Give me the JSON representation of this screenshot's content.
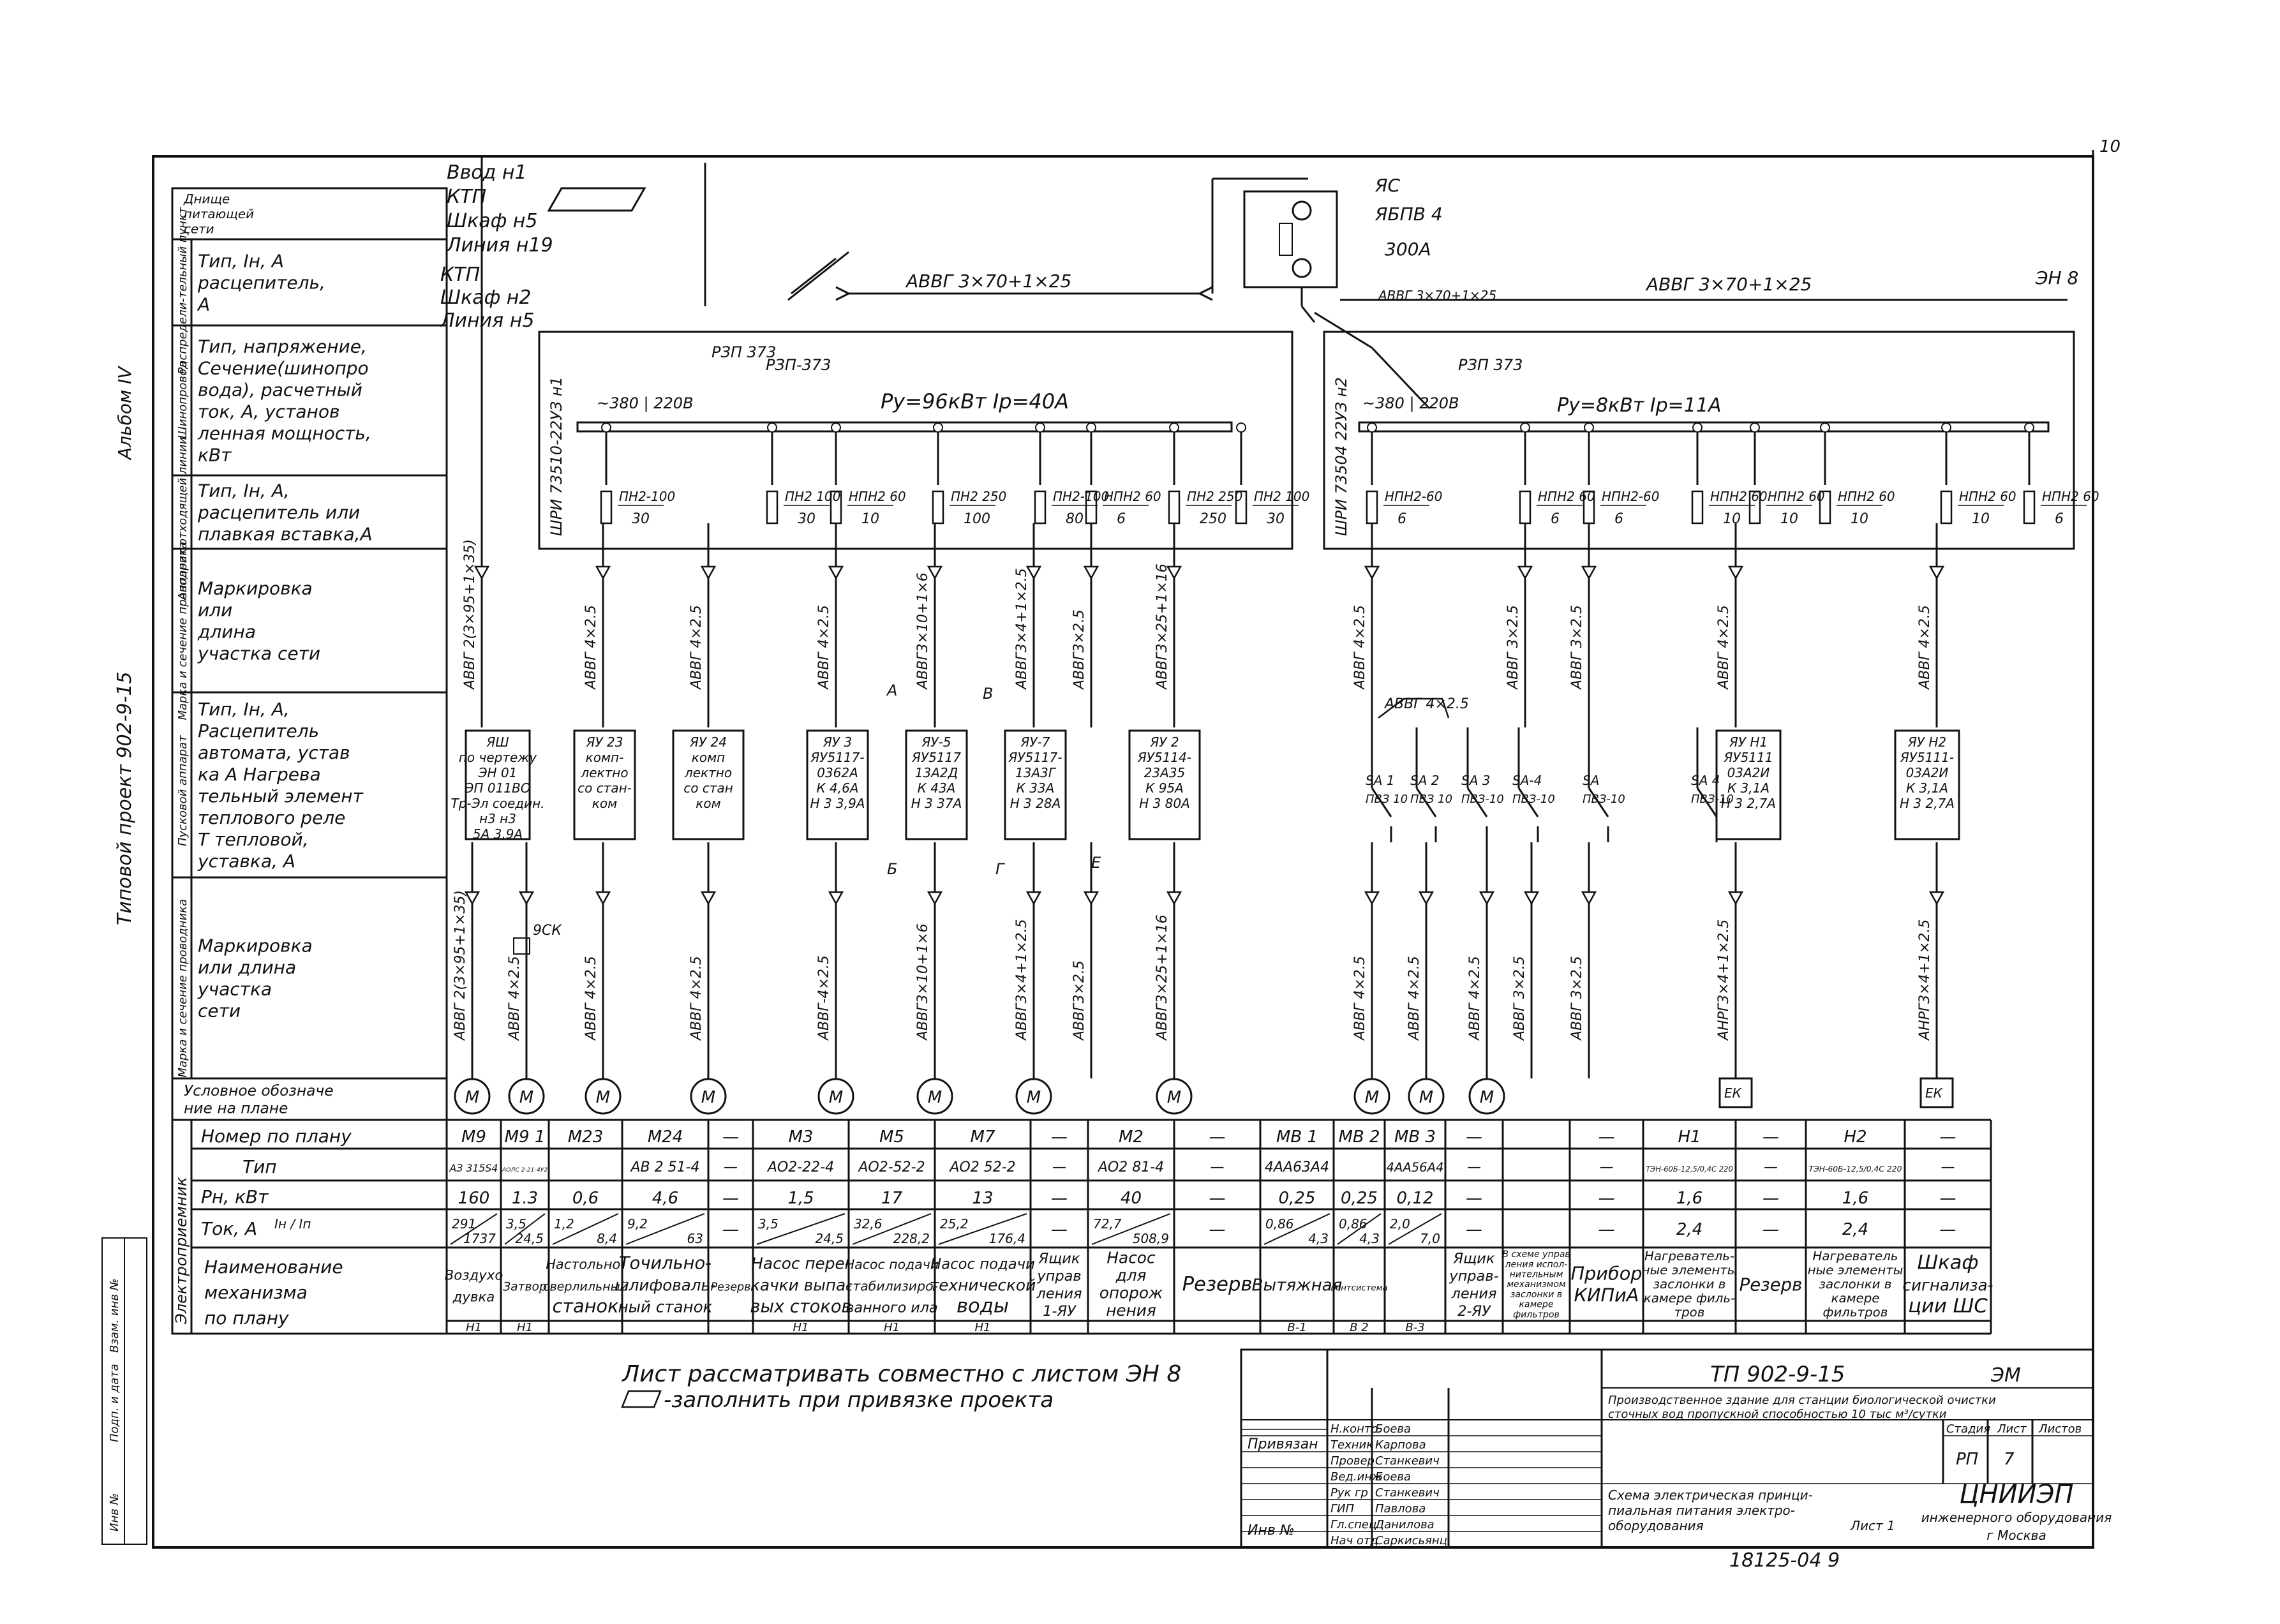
{
  "left_margin": {
    "project": "Типовой проект 902-9-15",
    "album": "Альбом IV"
  },
  "header_rows": [
    {
      "group": "",
      "lines": [
        "Днище",
        "питающей",
        "сети"
      ]
    },
    {
      "group": "Распредели-тельный пункт",
      "lines": [
        "Тип, Iн, А",
        "расцепитель,",
        "А"
      ]
    },
    {
      "group": "Шинопровод",
      "lines": [
        "Тип, напряжение,",
        "Сечение(шинопро",
        "вода), расчетный",
        "ток, А, установ",
        "ленная мощность,",
        "кВт"
      ]
    },
    {
      "group": "Аппарат отходящей линии",
      "lines": [
        "Тип, Iн, А,",
        "расцепитель или",
        "плавкая вставка,А"
      ]
    },
    {
      "group": "Марка и сечение проводника",
      "lines": [
        "Маркировка",
        "или",
        "длина",
        "участка сети"
      ]
    },
    {
      "group": "Пусковой аппарат",
      "lines": [
        "Тип, Iн, А,",
        "Расцепитель",
        "автомата, устав",
        "ка А Нагрева",
        "тельный элемент",
        "теплового реле",
        "Т тепловой,",
        "уставка, А"
      ]
    },
    {
      "group": "Марка и сечение проводника",
      "lines": [
        "Маркировка",
        "или длина",
        "участка",
        "сети"
      ]
    },
    {
      "group": "",
      "lines": [
        "Условное обозначе",
        "ние на плане"
      ]
    }
  ],
  "consumer_group": "Электроприемник",
  "consumer_rows": {
    "nomer": "Номер по плану",
    "tip": "Тип",
    "rn": "Pн, кВт",
    "tok": "Ток, А",
    "tok_frac": "Iн / Iп",
    "name": "Наименование механизма по плану"
  },
  "feed": {
    "vvod": [
      "Ввод н1",
      "КТП",
      "Шкаф н5",
      "Линия н19"
    ],
    "ktp2": [
      "КТП",
      "Шкаф н2",
      "Линия н5"
    ],
    "cable_top": "АВВГ 3×70+1×25",
    "cable_right": "АВВГ 3×70+1×25",
    "cable_left": "АВВГ 3×70+1×25",
    "em8": "ЭН 8",
    "switch_box": [
      "ЯС",
      "ЯБПВ 4",
      "300А"
    ],
    "rp1": "РЗП 373",
    "rp2": "РЗП-373",
    "rp3": "РЗП 373",
    "avvr_small": "АВВГ 3×70+1×25"
  },
  "panel1": {
    "name": "ШРИ 73510-22УЗ н1",
    "voltage": "~380 | 220В",
    "power": "Рy=96кВт  Iр=40А"
  },
  "panel2": {
    "name": "ШРИ 73504 22УЗ н2",
    "voltage": "~380 | 220В",
    "power": "Рy=8кВт    Iр=11А"
  },
  "breakers": [
    {
      "t": "ПН2-100",
      "v": "30"
    },
    {
      "t": "ПН2 100",
      "v": "30"
    },
    {
      "t": "НПН2 60",
      "v": "10"
    },
    {
      "t": "ПН2 250",
      "v": "100"
    },
    {
      "t": "ПН2-100",
      "v": "80"
    },
    {
      "t": "НПН2 60",
      "v": "6"
    },
    {
      "t": "ПН2 250",
      "v": "250"
    },
    {
      "t": "ПН2 100",
      "v": "30"
    },
    {
      "t": "НПН2-60",
      "v": "6"
    },
    {
      "t": "НПН2 60",
      "v": "6"
    },
    {
      "t": "НПН2-60",
      "v": "6"
    },
    {
      "t": "НПН2 60",
      "v": "10"
    },
    {
      "t": "НПН2 60",
      "v": "10"
    },
    {
      "t": "НПН2 60",
      "v": "10"
    },
    {
      "t": "НПН2 60",
      "v": "10"
    },
    {
      "t": "НПН2 60",
      "v": "6"
    }
  ],
  "cables_upper": [
    "АВВГ 2(3×95+1×35)",
    "АВВГ 4×2.5",
    "АВВГ 4×2.5",
    "АВВГ 4×2.5",
    "АВВГ3×10+1×6",
    "АВВГ3×4+1×2.5",
    "АВВГ3×2.5",
    "АВВГ3×25+1×16",
    "АВВГ 4×2.5",
    "АВВГ 3×2.5",
    "АВВГ 3×2.5",
    "АВВГ 4×2.5",
    "АВВГ 4×2.5"
  ],
  "starters": [
    {
      "lines": [
        "ЯШ",
        "по чертежу",
        "ЭН 01",
        "ЭП 011ВО",
        "Тр-Эл соедин.",
        "н3  н3",
        "5А   3,9А"
      ]
    },
    {
      "lines": [
        "ЯУ 23",
        "комп-",
        "лектно",
        "со стан-",
        "ком"
      ]
    },
    {
      "lines": [
        "ЯУ 24",
        "комп",
        "лектно",
        "со стан",
        "ком"
      ]
    },
    {
      "lines": [
        "ЯУ 3",
        "ЯУ5117-",
        "0362А",
        "К 4,6А",
        "Н 3 3,9А"
      ]
    },
    {
      "lines": [
        "ЯУ-5",
        "ЯУ5117",
        "13А2Д",
        "К 43А",
        "Н 3 37А"
      ]
    },
    {
      "lines": [
        "ЯУ-7",
        "ЯУ5117-",
        "13А3Г",
        "К 33А",
        "Н 3 28А"
      ]
    },
    {
      "lines": [
        "ЯУ 2",
        "ЯУ5114-",
        "23А35",
        "К 95А",
        "Н 3 80А"
      ]
    },
    {
      "lines": [
        "ЯУ Н1",
        "ЯУ5111",
        "03А2И",
        "К 3,1А",
        "Н 3 2,7А"
      ]
    },
    {
      "lines": [
        "ЯУ Н2",
        "ЯУ5111-",
        "03А2И",
        "К 3,1А",
        "Н 3 2,7А"
      ]
    }
  ],
  "sa_switches": [
    {
      "t": "SA 1",
      "v": "ПВЗ 10"
    },
    {
      "t": "SA 2",
      "v": "ПВЗ 10"
    },
    {
      "t": "SA 3",
      "v": "ПВЗ-10"
    },
    {
      "t": "SA-4",
      "v": "ПВЗ-10"
    },
    {
      "t": "SA",
      "v": "ПВЗ-10"
    },
    {
      "t": "SA 4",
      "v": "ПВЗ-10"
    }
  ],
  "cables_lower": [
    "АВВГ 2(3×95+1×35)",
    "АВВГ 4×2.5",
    "АВВГ 4×2.5",
    "АВВГ 4×2.5",
    "АВВГ-4×2.5",
    "АВВГ3×10+1×6",
    "АВВГ3×4+1×2.5",
    "АВВГ3×2.5",
    "АВВГ3×25+1×16",
    "АВВГ 4×2.5",
    "АВВГ 4×2.5",
    "АВВГ 4×2.5",
    "АВВГ 3×2.5",
    "АВВГ 3×2.5",
    "АНРГ3×4+1×2.5",
    "АНРГ3×4+1×2.5"
  ],
  "loop_labels": {
    "a": "А",
    "b": "Б",
    "v": "В",
    "g": "Г",
    "e": "Е",
    "k": "9СК",
    "avvg": "АВВГ 4×2.5"
  },
  "columns": [
    {
      "nomer": "М9",
      "tip": "АЗ 315S4",
      "rn": "160",
      "i1": "291",
      "i2": "1737",
      "name": [
        "Воздухо",
        "дувка"
      ],
      "sub": "Н1"
    },
    {
      "nomer": "М9 1",
      "tip": "АОЛС 2-21-4У2",
      "rn": "1.3",
      "i1": "3,5",
      "i2": "24,5",
      "name": [
        "Затвор"
      ],
      "sub": "Н1"
    },
    {
      "nomer": "М23",
      "tip": "",
      "rn": "0,6",
      "i1": "1,2",
      "i2": "8,4",
      "name": [
        "Настольно-",
        "сверлильный",
        "станок"
      ],
      "sub": ""
    },
    {
      "nomer": "М24",
      "tip": "АВ 2 51-4",
      "rn": "4,6",
      "i1": "9,2",
      "i2": "63",
      "name": [
        "Точильно-",
        "шлифоваль-",
        "ный станок"
      ],
      "sub": ""
    },
    {
      "nomer": "—",
      "tip": "—",
      "rn": "—",
      "i1": "—",
      "i2": "",
      "name": [
        "Резерв"
      ],
      "sub": ""
    },
    {
      "nomer": "М3",
      "tip": "АО2-22-4",
      "rn": "1,5",
      "i1": "3,5",
      "i2": "24,5",
      "name": [
        "Насос пере-",
        "качки выпа-",
        "вых стоков"
      ],
      "sub": "Н1"
    },
    {
      "nomer": "М5",
      "tip": "АО2-52-2",
      "rn": "17",
      "i1": "32,6",
      "i2": "228,2",
      "name": [
        "Насос подачи",
        "стабилизиро-",
        "ванного ила"
      ],
      "sub": "Н1"
    },
    {
      "nomer": "М7",
      "tip": "АО2 52-2",
      "rn": "13",
      "i1": "25,2",
      "i2": "176,4",
      "name": [
        "Насос подачи",
        "технической",
        "воды"
      ],
      "sub": "Н1"
    },
    {
      "nomer": "—",
      "tip": "—",
      "rn": "—",
      "i1": "—",
      "i2": "",
      "name": [
        "Ящик",
        "управ",
        "ления",
        "1-ЯУ"
      ],
      "sub": ""
    },
    {
      "nomer": "М2",
      "tip": "АО2 81-4",
      "rn": "40",
      "i1": "72,7",
      "i2": "508,9",
      "name": [
        "Насос",
        "для",
        "опорож",
        "нения"
      ],
      "sub": ""
    },
    {
      "nomer": "—",
      "tip": "—",
      "rn": "—",
      "i1": "—",
      "i2": "",
      "name": [
        "Резерв"
      ],
      "sub": ""
    },
    {
      "nomer": "МВ 1",
      "tip": "4АА63А4",
      "rn": "0,25",
      "i1": "0,86",
      "i2": "4,3",
      "name": [
        "Вытяжная"
      ],
      "sub": "В-1"
    },
    {
      "nomer": "МВ 2",
      "tip": "",
      "rn": "0,25",
      "i1": "0,86",
      "i2": "4,3",
      "name": [
        "вентсистема"
      ],
      "sub": "В 2"
    },
    {
      "nomer": "МВ 3",
      "tip": "4АА56А4",
      "rn": "0,12",
      "i1": "2,0",
      "i2": "7,0",
      "name": [
        ""
      ],
      "sub": "В-3"
    },
    {
      "nomer": "—",
      "tip": "—",
      "rn": "—",
      "i1": "—",
      "i2": "",
      "name": [
        "Ящик",
        "управ-",
        "ления",
        "2-ЯУ"
      ],
      "sub": ""
    },
    {
      "nomer": "",
      "tip": "",
      "rn": "",
      "i1": "",
      "i2": "",
      "name": [
        "В схеме управ",
        "ления испол-",
        "нительным",
        "механизмом",
        "заслонки в",
        "камере",
        "фильтров"
      ],
      "sub": ""
    },
    {
      "nomer": "—",
      "tip": "—",
      "rn": "—",
      "i1": "—",
      "i2": "",
      "name": [
        "Прибор",
        "КИПиА"
      ],
      "sub": ""
    },
    {
      "nomer": "Н1",
      "tip": "ТЭН-60Б-12,5/0,4С 220",
      "rn": "1,6",
      "i1": "2,4",
      "i2": "",
      "name": [
        "Нагреватель-",
        "ные элементы",
        "заслонки в",
        "камере филь-",
        "тров"
      ],
      "sub": ""
    },
    {
      "nomer": "—",
      "tip": "—",
      "rn": "—",
      "i1": "—",
      "i2": "",
      "name": [
        "Резерв"
      ],
      "sub": ""
    },
    {
      "nomer": "Н2",
      "tip": "ТЭН-60Б-12,5/0,4С 220",
      "rn": "1,6",
      "i1": "2,4",
      "i2": "",
      "name": [
        "Нагреватель",
        "ные элементы",
        "заслонки в",
        "камере",
        "фильтров"
      ],
      "sub": ""
    },
    {
      "nomer": "—",
      "tip": "—",
      "rn": "—",
      "i1": "—",
      "i2": "",
      "name": [
        "Шкаф",
        "сигнализа-",
        "ции ШС"
      ],
      "sub": ""
    }
  ],
  "motors": [
    "M",
    "M",
    "M",
    "M",
    "M",
    "M",
    "M",
    "M",
    "M",
    "M",
    "M"
  ],
  "ek": "ЕК",
  "notes": {
    "line1": "Лист рассматривать совместно с листом ЭН 8",
    "line2": "-заполнить при привязке проекта"
  },
  "stamp": {
    "code": "ТП 902-9-15",
    "mark": "ЭМ",
    "title1": "Производственное здание для станции биологической очистки",
    "title2": "сточных вод пропускной способностью 10 тыс м³/сутки",
    "stage_h": "Стадия",
    "sheet_h": "Лист",
    "sheets_h": "Листов",
    "stage": "РП",
    "sheet": "7",
    "sheets": "",
    "privyazan": "Привязан",
    "inv": "Инв №",
    "roles": [
      "Н.контр.",
      "Техник",
      "Провер",
      "Вед.инж",
      "Рук гр",
      "ГИП",
      "Гл.спец",
      "Нач отд"
    ],
    "names": [
      "Боева",
      "Карпова",
      "Станкевич",
      "Боева",
      "Станкевич",
      "Павлова",
      "Данилова",
      "Саркисьянц"
    ],
    "desc": [
      "Схема электрическая принци-",
      "пиальная питания электро-",
      "оборудования"
    ],
    "list": "Лист 1",
    "org": "ЦНИИЭП",
    "org2": "инженерного оборудования",
    "city": "г Москва",
    "num": "18125-04  9"
  },
  "side_stamp": [
    "Инв №",
    "Подп. и дата",
    "Взам. инв №"
  ],
  "page_num": "10"
}
